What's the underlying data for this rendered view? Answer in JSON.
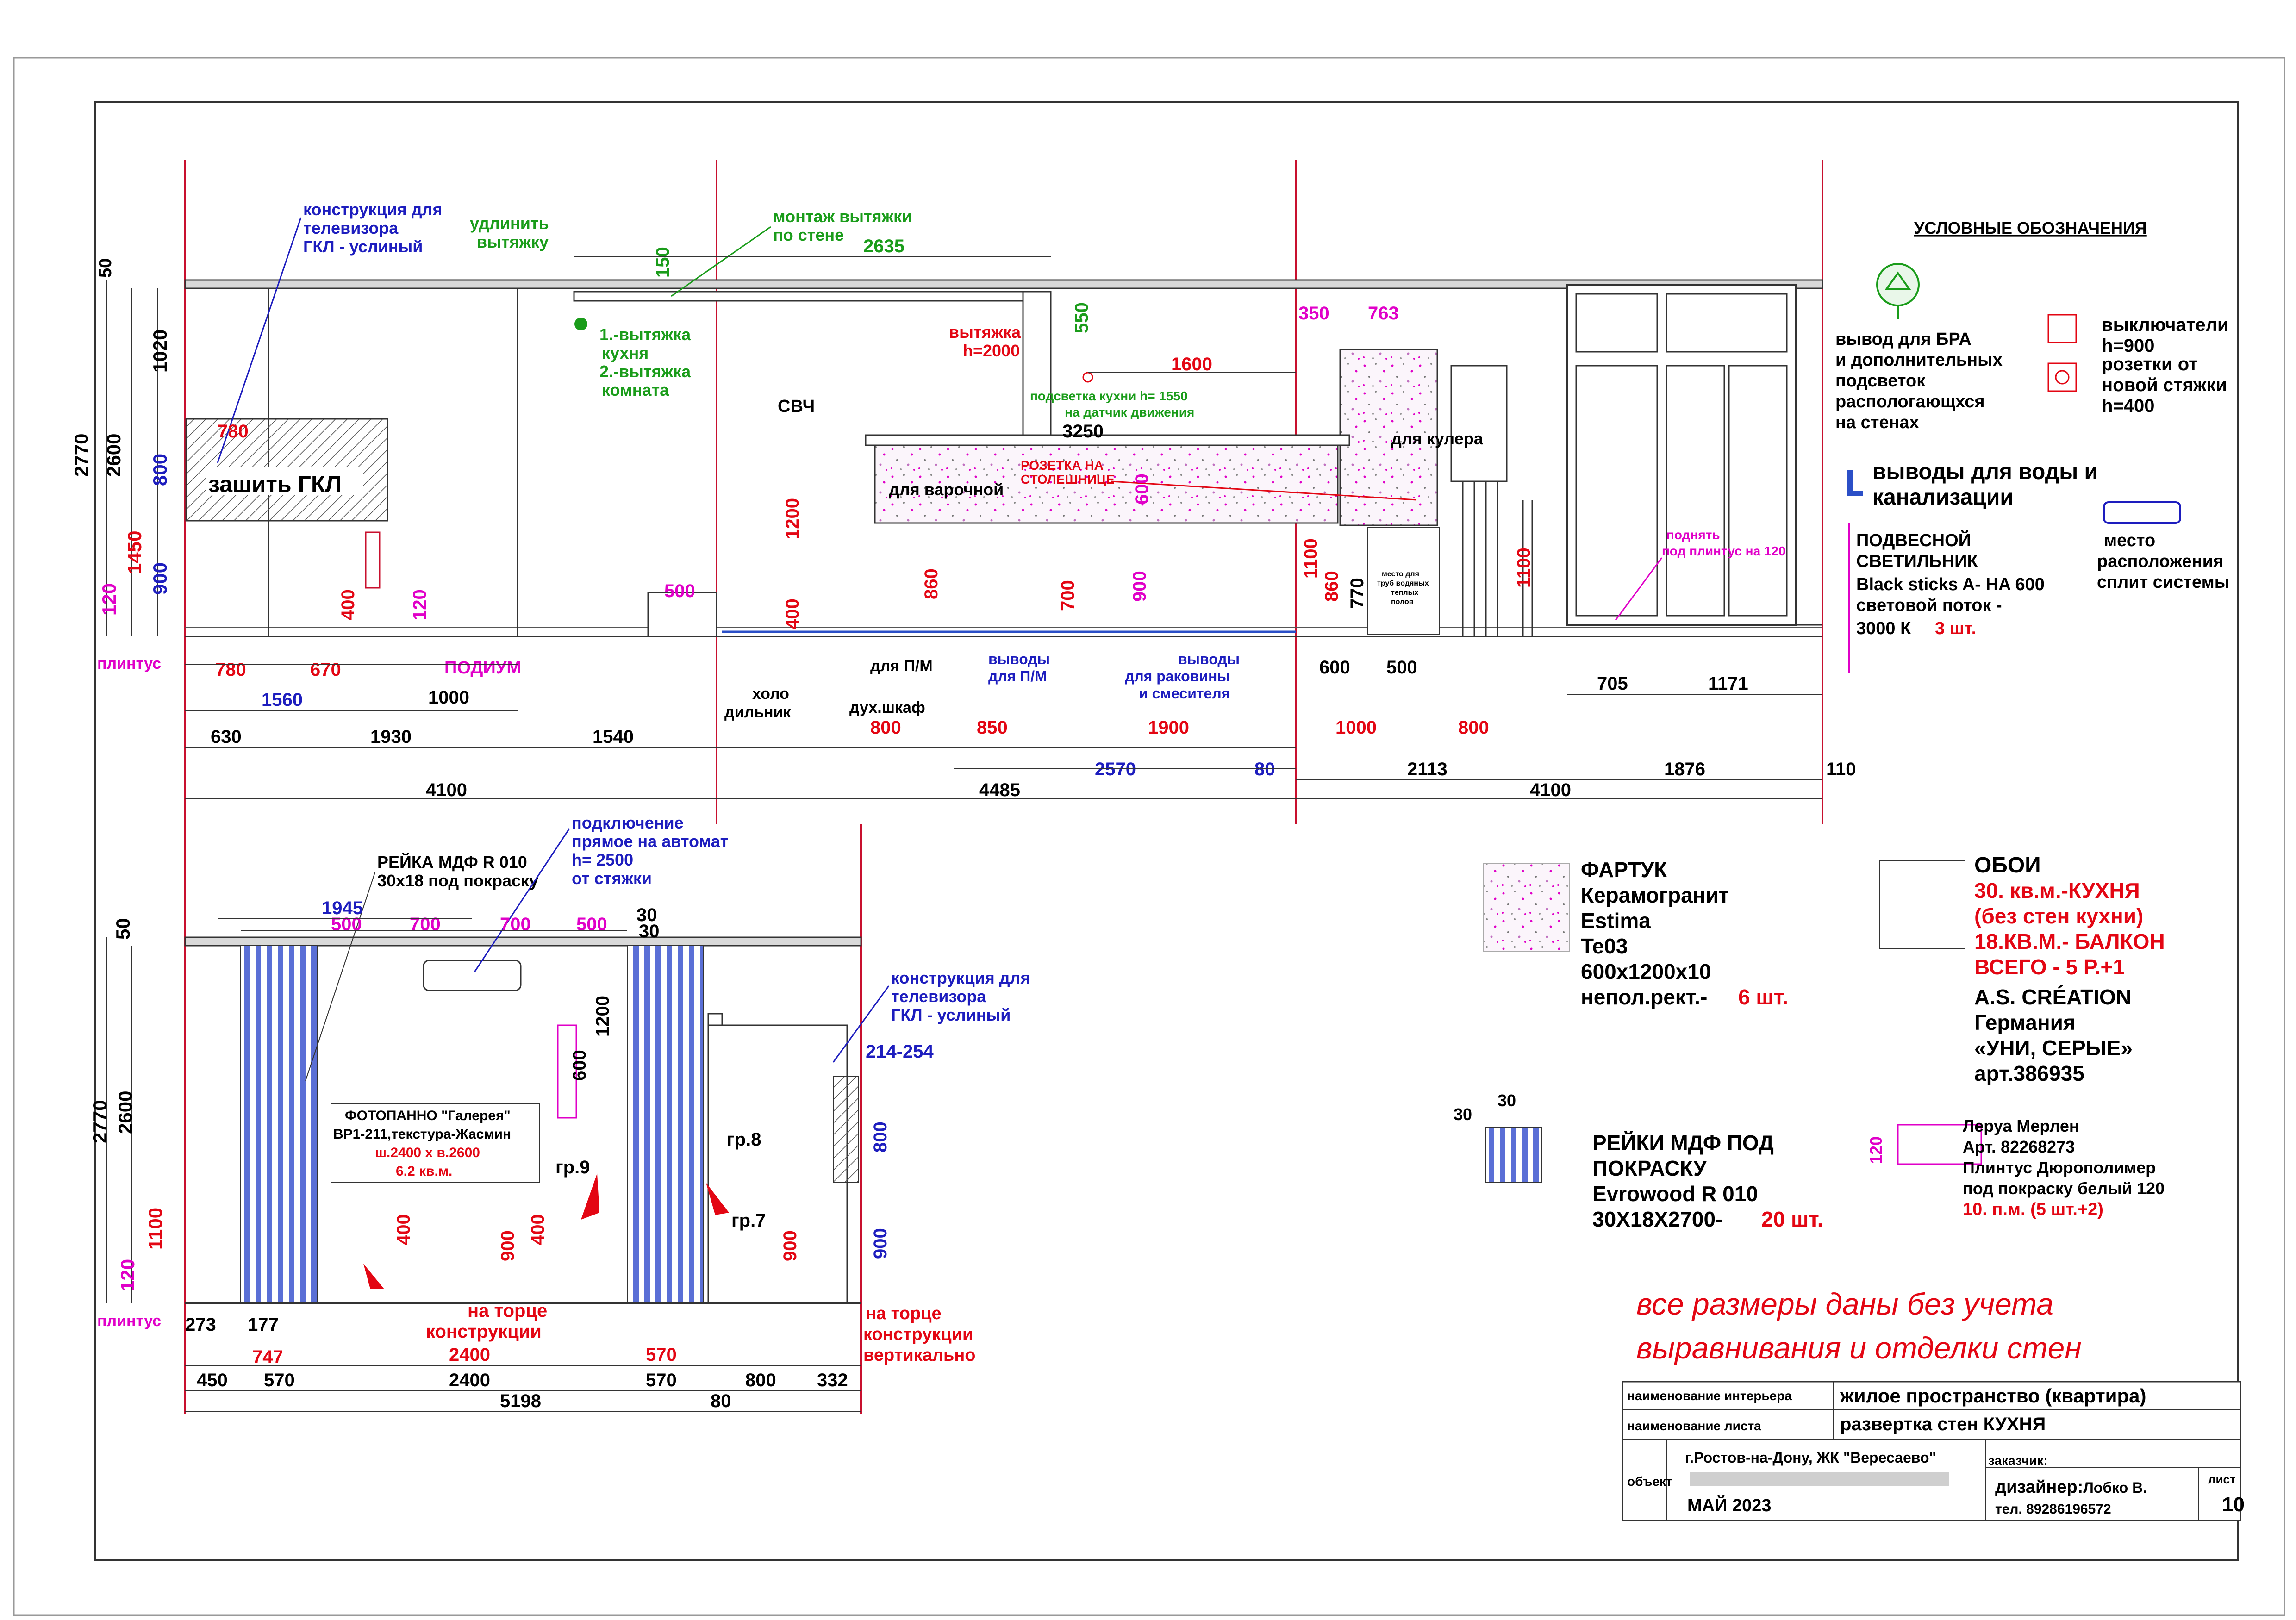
{
  "colors": {
    "red": "#e30613",
    "blue": "#1d1dbe",
    "green": "#1a9c1a",
    "magenta": "#e000c8",
    "black": "#000000",
    "wall": "#c8102e"
  },
  "top_elevation": {
    "dims_left": [
      "50",
      "1020",
      "2770",
      "2600",
      "800",
      "1450",
      "900",
      "120"
    ],
    "labels": {
      "tv_construction": [
        "конструкция для",
        "телевизора",
        "ГКЛ - услиный"
      ],
      "extend_hood": [
        "удлинить",
        "вытяжку"
      ],
      "hood_wall_mount": [
        "монтаж вытяжки",
        "по стене"
      ],
      "hood_list": [
        "1.-вытяжка",
        "кухня",
        "2.-вытяжка",
        "комната"
      ],
      "hood_height": [
        "вытяжка",
        "h=2000"
      ],
      "kitchen_light": [
        "подсветка кухни h= 1550",
        "на датчик движения"
      ],
      "svch": "СВЧ",
      "gkl": "зашить ГКЛ",
      "cooker": "для варочной",
      "socket_top": [
        "РОЗЕТКА НА",
        "СТОЛЕШНИЦЕ"
      ],
      "cooler": "для кулера",
      "podium": "ПОДИУМ",
      "plinth": "плинтус",
      "fridge": [
        "холо",
        "дильник"
      ],
      "pm": "для П/М",
      "oven": "дух.шкаф",
      "pm_out": [
        "выводы",
        "для П/М"
      ],
      "sink_out": [
        "выводы",
        "для раковины",
        "и смесителя"
      ],
      "floor_pipes": [
        "место для",
        "труб водяных",
        "теплых",
        "полов"
      ],
      "raise": [
        "поднять",
        "под плинтус на 120"
      ]
    },
    "dims": {
      "d780a": "780",
      "d780b": "780",
      "d670": "670",
      "d400": "400",
      "d120": "120",
      "d1000": "1000",
      "d1560": "1560",
      "d630": "630",
      "d1930": "1930",
      "d1540": "1540",
      "d4100a": "4100",
      "d150": "150",
      "d2635": "2635",
      "d550": "550",
      "d1600": "1600",
      "d3250": "3250",
      "d1200": "1200",
      "d600": "600",
      "d500": "500",
      "d400b": "400",
      "d860": "860",
      "d700": "700",
      "d900": "900",
      "d800": "800",
      "d850": "850",
      "d1900": "1900",
      "d2570": "2570",
      "d80": "80",
      "d4485": "4485",
      "d350": "350",
      "d763": "763",
      "d1100a": "1100",
      "d860b": "860",
      "d770": "770",
      "d1100b": "1100",
      "d600b": "600",
      "d500b": "500",
      "d1000b": "1000",
      "d800b": "800",
      "d2113": "2113",
      "d4100b": "4100",
      "d705": "705",
      "d1171": "1171",
      "d1876": "1876",
      "d110": "110"
    }
  },
  "legend": {
    "title": "УСЛОВНЫЕ ОБОЗНАЧЕНИЯ",
    "bra": [
      "вывод для БРА",
      "и дополнительных",
      "подсветок",
      "распологающхся",
      "на стенах"
    ],
    "switches": [
      "выключатели",
      "h=900",
      "розетки от",
      "новой стяжки",
      "h=400"
    ],
    "water": [
      "выводы для воды и",
      "канализации"
    ],
    "pendant": [
      "ПОДВЕСНОЙ",
      "СВЕТИЛЬНИК",
      "Black sticks A- HA 600",
      "световой поток -",
      "3000 К"
    ],
    "pendant_qty": "3 шт.",
    "split": [
      "место",
      "расположения",
      "сплит системы"
    ]
  },
  "materials": {
    "apron": [
      "ФАРТУК",
      "Керамогранит",
      "Estima",
      "Te03",
      "600x1200x10",
      "непол.рект.-"
    ],
    "apron_qty": "6 шт.",
    "wallpaper_title": "ОБОИ",
    "wallpaper_red": [
      "30. кв.м.-КУХНЯ",
      "(без стен кухни)",
      "18.КВ.М.- БАЛКОН",
      "ВСЕГО - 5 Р.+1"
    ],
    "wallpaper_black": [
      "A.S.  CRÉATION",
      "Германия",
      "«УНИ, СЕРЫЕ»",
      "арт.386935"
    ],
    "slats_dims": [
      "30",
      "30"
    ],
    "slats": [
      "РЕЙКИ МДФ ПОД",
      "ПОКРАСКУ",
      "Evrowood R 010",
      "30X18X2700-"
    ],
    "slats_qty": "20 шт.",
    "plinth_dim": "120",
    "plinth": [
      "Леруа Мерлен",
      "Арт. 82268273",
      "Плинтус  Дюрополимер",
      "под покраску белый 120"
    ],
    "plinth_qty": "10. п.м. (5 шт.+2)"
  },
  "bottom_elevation": {
    "labels": {
      "rail": [
        "РЕЙКА МДФ R 010",
        "30х18 под покраску"
      ],
      "direct": [
        "подключение",
        "прямое на автомат",
        "h= 2500",
        "от стяжки"
      ],
      "tv": [
        "конструкция для",
        "телевизора",
        "ГКЛ - услиный"
      ],
      "photo": [
        "ФОТОПАННО \"Галерея\"",
        "ВР1-211,текстура-Жасмин",
        "ш.2400 х в.2600",
        "6.2 кв.м."
      ],
      "gr9": "гр.9",
      "gr8": "гр.8",
      "gr7": "гр.7",
      "end_construction": [
        "на торце",
        "конструкции"
      ],
      "end_vertical": [
        "на торце",
        "конструкции",
        "вертикально"
      ],
      "plinth": "плинтус"
    },
    "dims_left": [
      "50",
      "2770",
      "2600",
      "1100",
      "120"
    ],
    "dims": {
      "d1945": "1945",
      "d500a": "500",
      "d700a": "700",
      "d700b": "700",
      "d500b": "500",
      "d30a": "30",
      "d30b": "30",
      "d1200": "1200",
      "d600": "600",
      "d214": "214-254",
      "d800": "800",
      "d900a": "900",
      "d400a": "400",
      "d900b": "900",
      "d400b": "400",
      "d900c": "900",
      "d273": "273",
      "d177": "177",
      "d747": "747",
      "d2400a": "2400",
      "d570a": "570",
      "d450": "450",
      "d570b": "570",
      "d2400b": "2400",
      "d570c": "570",
      "d800b": "800",
      "d332": "332",
      "d5198": "5198",
      "d80": "80"
    }
  },
  "note": [
    "все размеры даны без учета",
    "выравнивания и отделки стен"
  ],
  "title_block": {
    "interior_label": "наименование интерьера",
    "interior_value": "жилое пространство (квартира)",
    "sheet_label": "наименование листа",
    "sheet_value": "развертка стен КУХНЯ",
    "object_label": "объект",
    "object_value": "г.Ростов-на-Дону, ЖК \"Вересаево\"",
    "client_label": "заказчик:",
    "date": "МАЙ 2023",
    "designer_label": "дизайнер:",
    "designer_name": "Лобко В.",
    "phone": "тел. 89286196572",
    "sheet_no_label": "лист",
    "sheet_no": "10"
  }
}
